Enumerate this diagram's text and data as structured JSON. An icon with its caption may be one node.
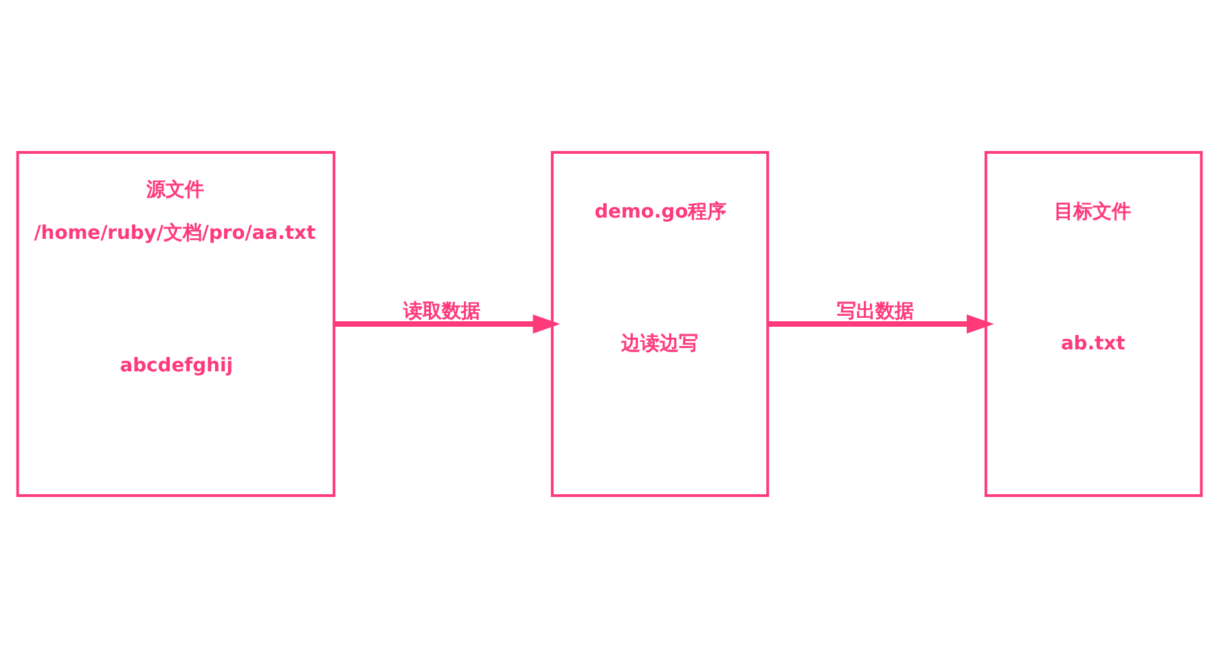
{
  "diagram": {
    "nodes": [
      {
        "text": [
          "源文件",
          "/home/ruby/文档/pro/aa.txt",
          "abcdefghij"
        ]
      },
      {
        "text": [
          "demo.go程序",
          "边读边写"
        ]
      },
      {
        "text": [
          "目标文件",
          "ab.txt"
        ]
      }
    ],
    "edges": [
      {
        "from": 0,
        "to": 1,
        "arrow": "to",
        "label": "读取数据"
      },
      {
        "from": 1,
        "to": 2,
        "arrow": "to",
        "label": "写出数据"
      }
    ]
  }
}
